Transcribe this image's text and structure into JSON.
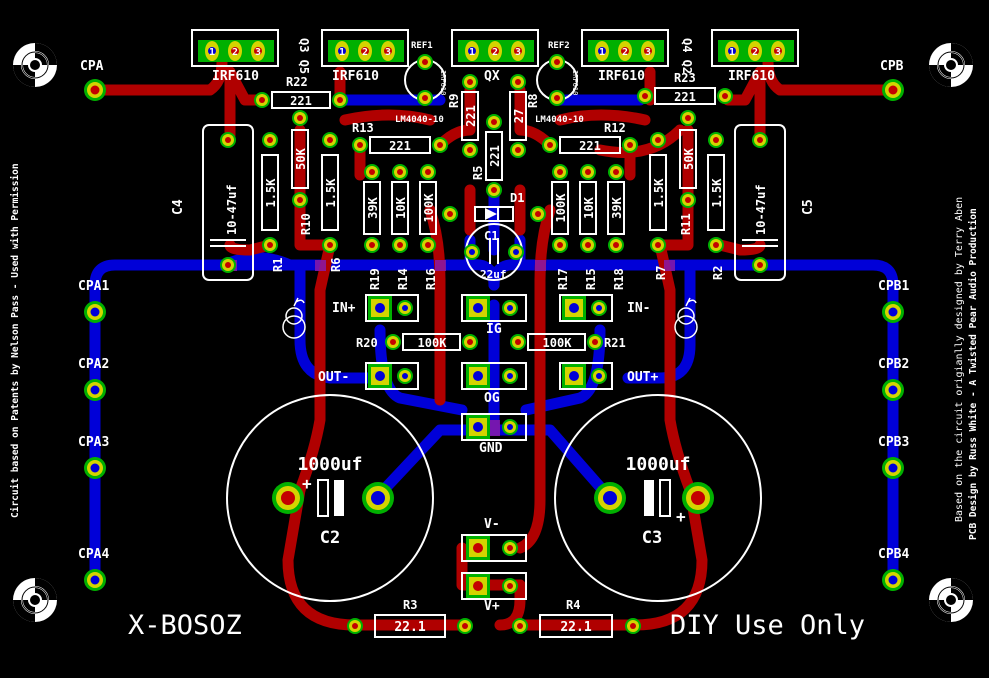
{
  "colors": {
    "background": "#000000",
    "top_copper": "#b00000",
    "bottom_copper": "#0000d8",
    "pad_yellow": "#d4d400",
    "pad_green": "#00b000",
    "pad_red": "#c40000",
    "silkscreen": "#ffffff",
    "overlap": "#8a1aa8"
  },
  "board": {
    "title": "X-BOSOZ",
    "notice": "DIY Use Only",
    "credit_left": "Circuit based on Patents by Nelson Pass  -  Used with Permission",
    "credit_right_1": "Based on the circuit origianlly designed by Terry Aben",
    "credit_right_2": "PCB Design by Russ White - A Twisted Pear Audio Production"
  },
  "connectors": {
    "cpa": "CPA",
    "cpb": "CPB",
    "cpa1": "CPA1",
    "cpa2": "CPA2",
    "cpa3": "CPA3",
    "cpa4": "CPA4",
    "cpb1": "CPB1",
    "cpb2": "CPB2",
    "cpb3": "CPB3",
    "cpb4": "CPB4"
  },
  "transistors": {
    "q3q5": "Q3 Q5",
    "q4q2": "Q4 Q2",
    "qx": "QX",
    "irf1": "IRF610",
    "irf2": "IRF610",
    "irf3": "IRF610",
    "irf4": "IRF610",
    "pin1": "1",
    "pin2": "2",
    "pin3": "3"
  },
  "references": {
    "ref1": "REF1",
    "ref2": "REF2",
    "lm1": "LM4040-10",
    "lm2": "LM4040-10",
    "ref1_vert": "IRF610",
    "ref2_vert": "IRF610"
  },
  "resistors": {
    "r22": "R22",
    "r22v": "221",
    "r23": "R23",
    "r23v": "221",
    "r13": "R13",
    "r13v": "221",
    "r12": "R12",
    "r12v": "221",
    "r1": "R1",
    "r1v": "1.5K",
    "r10": "R10",
    "r10v": "50K",
    "r6": "R6",
    "r6v": "1.5K",
    "r19": "R19",
    "r19v": "39K",
    "r14": "R14",
    "r14v": "10K",
    "r16": "R16",
    "r16v": "100K",
    "r17": "R17",
    "r17v": "100K",
    "r15": "R15",
    "r15v": "10K",
    "r18": "R18",
    "r18v": "39K",
    "r7": "R7",
    "r7v": "1.5K",
    "r11": "R11",
    "r11v": "50K",
    "r2": "R2",
    "r2v": "1.5K",
    "r5": "R5",
    "r5v": "221",
    "r9": "R9",
    "r9v": "221",
    "r8": "R8",
    "r8v": "27",
    "r20": "R20",
    "r20v": "100K",
    "r21": "R21",
    "r21v": "100K",
    "r3": "R3",
    "r3v": "22.1",
    "r4": "R4",
    "r4v": "22.1"
  },
  "capacitors": {
    "c4": "C4",
    "c4v": "10-47uf",
    "c5": "C5",
    "c5v": "10-47uf",
    "c1": "C1",
    "c1v": "22uf",
    "c2": "C2",
    "c2v": "1000uf",
    "c3": "C3",
    "c3v": "1000uf",
    "plus": "+",
    "minus": "-"
  },
  "diodes": {
    "d1": "D1"
  },
  "terminals": {
    "in_plus": "IN+",
    "in_minus": "IN-",
    "out_minus": "OUT-",
    "out_plus": "OUT+",
    "ig": "IG",
    "og": "OG",
    "gnd": "GND",
    "v_minus": "V-",
    "v_plus": "V+"
  }
}
